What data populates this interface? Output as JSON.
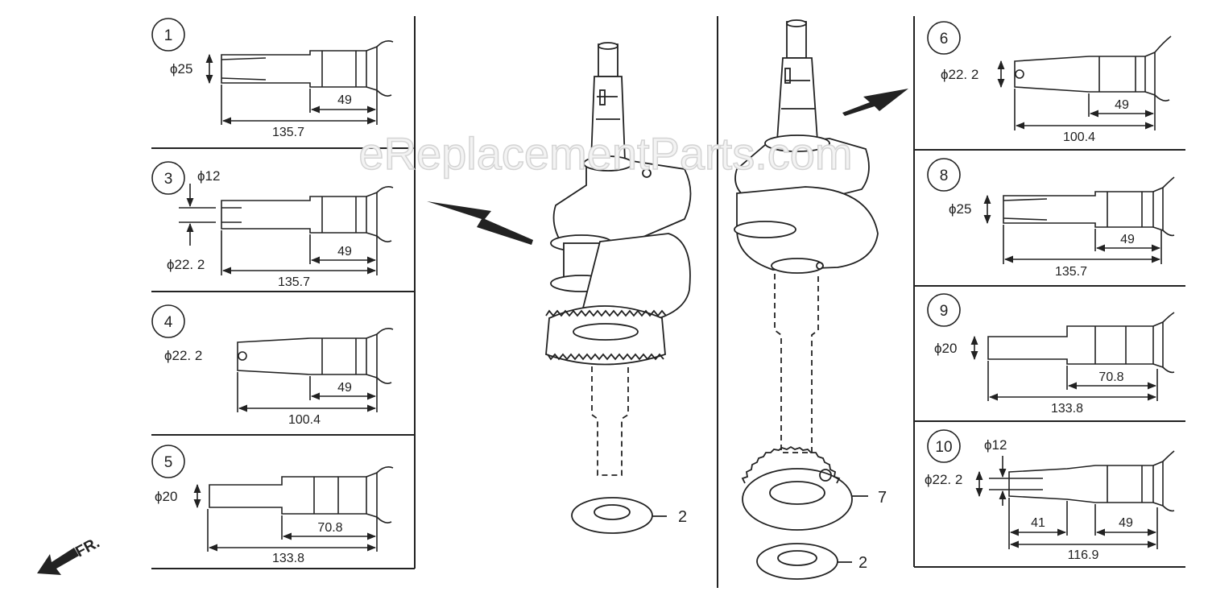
{
  "watermark": "eReplacementParts.com",
  "direction": {
    "label": "FR.",
    "icon": "direction-arrow-icon"
  },
  "callouts": [
    {
      "id": "callout-2-left",
      "label": "2"
    },
    {
      "id": "callout-7",
      "label": "7"
    },
    {
      "id": "callout-2-right",
      "label": "2"
    }
  ],
  "panels": [
    {
      "num": "1",
      "dia": "ϕ25",
      "d1": "49",
      "total": "135.7"
    },
    {
      "num": "3",
      "dia_top": "ϕ12",
      "dia_bottom": "ϕ22. 2",
      "d1": "49",
      "total": "135.7"
    },
    {
      "num": "4",
      "dia": "ϕ22. 2",
      "d1": "49",
      "total": "100.4"
    },
    {
      "num": "5",
      "dia": "ϕ20",
      "d1": "70.8",
      "total": "133.8"
    },
    {
      "num": "6",
      "dia": "ϕ22. 2",
      "d1": "49",
      "total": "100.4"
    },
    {
      "num": "8",
      "dia": "ϕ25",
      "d1": "49",
      "total": "135.7"
    },
    {
      "num": "9",
      "dia": "ϕ20",
      "d1": "70.8",
      "total": "133.8"
    },
    {
      "num": "10",
      "dia_top": "ϕ12",
      "dia": "ϕ22. 2",
      "d0": "41",
      "d1": "49",
      "total": "116.9"
    }
  ]
}
